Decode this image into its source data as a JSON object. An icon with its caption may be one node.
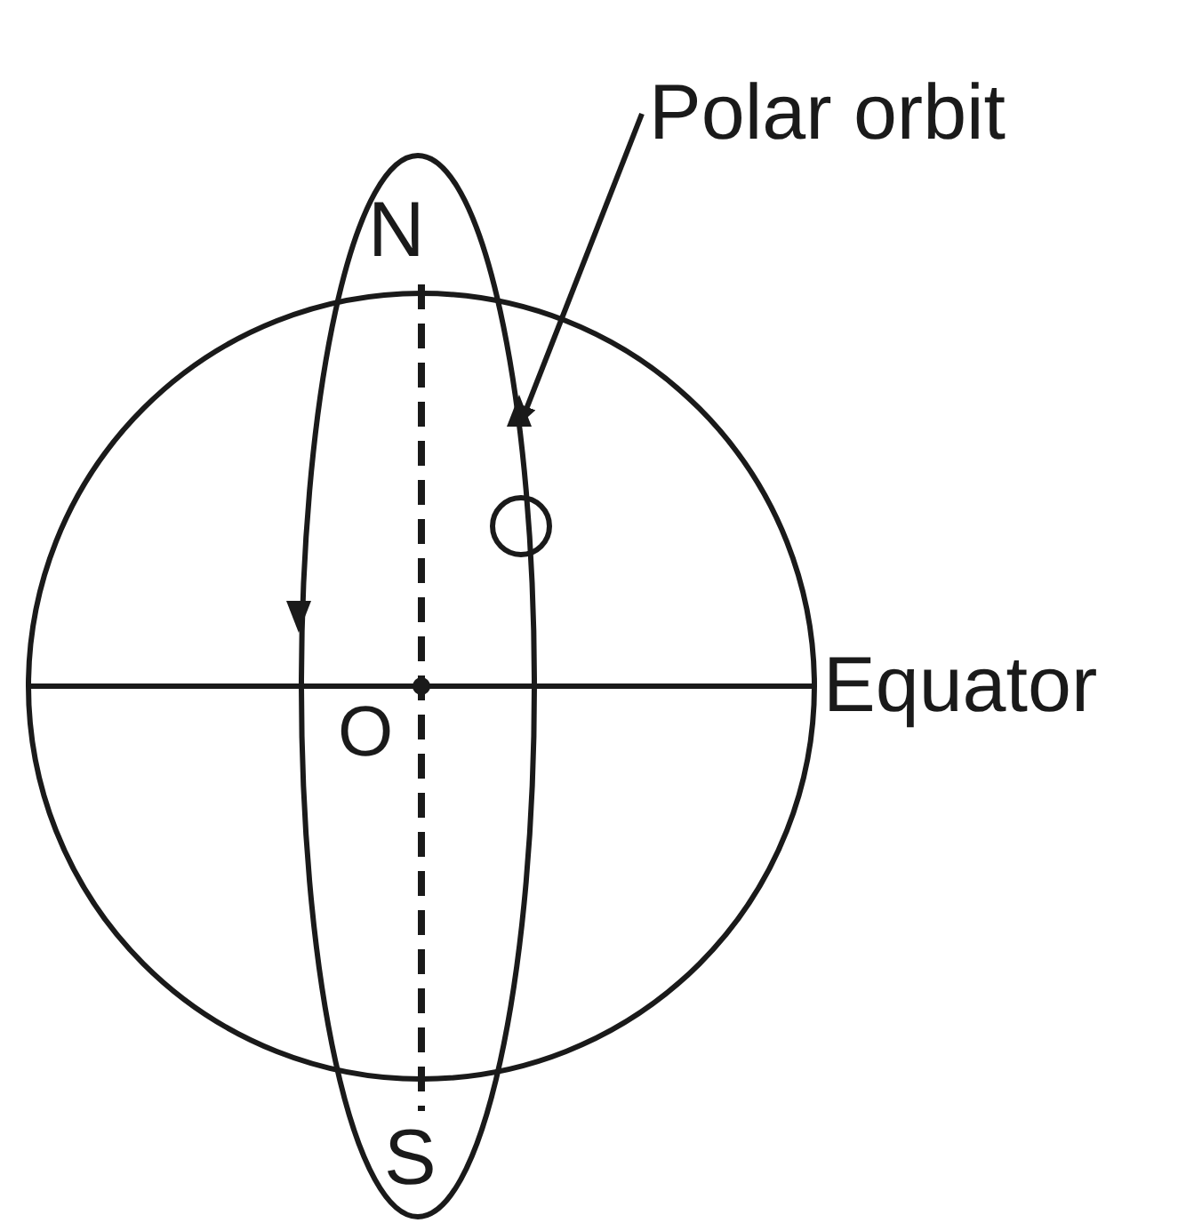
{
  "diagram": {
    "nodes": [
      {
        "text": [
          "Polar orbit"
        ]
      },
      {
        "text": [],
        "shape": "ellipse"
      }
    ],
    "edges": [
      {
        "from": 0,
        "to": 1,
        "arrow": "to"
      }
    ],
    "labels": [
      "N",
      "Equator",
      "O",
      "S"
    ]
  }
}
